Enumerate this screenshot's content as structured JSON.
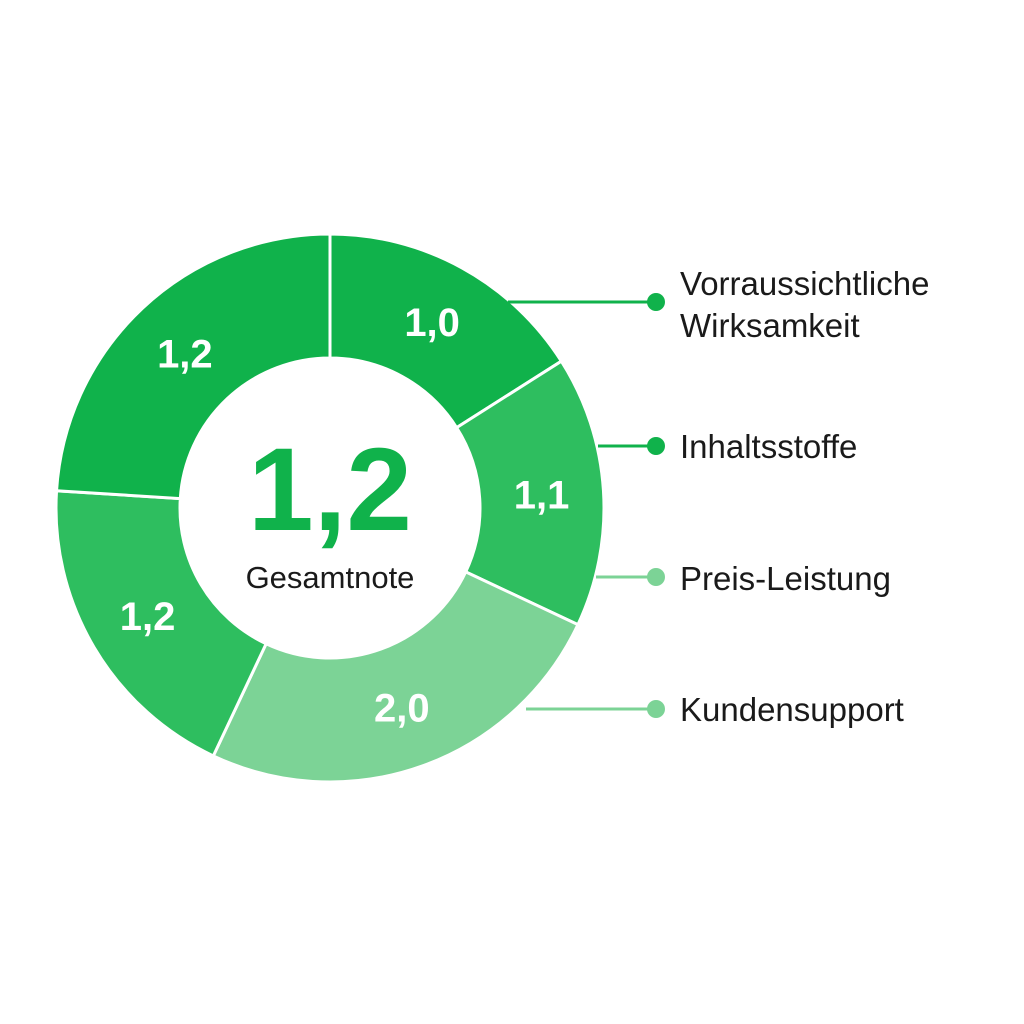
{
  "chart_data": {
    "type": "pie",
    "variant": "donut",
    "center": {
      "value": "1,2",
      "label": "Gesamtnote"
    },
    "segments": [
      {
        "value_label": "1,0",
        "share": 0.16,
        "color": "#10b24b"
      },
      {
        "value_label": "1,1",
        "share": 0.16,
        "color": "#2ebe5f"
      },
      {
        "value_label": "2,0",
        "share": 0.25,
        "color": "#7cd396"
      },
      {
        "value_label": "1,2",
        "share": 0.19,
        "color": "#2ebe5f"
      },
      {
        "value_label": "1,2",
        "share": 0.24,
        "color": "#10b24b"
      }
    ],
    "legend": [
      {
        "label_lines": [
          "Vorraussichtliche",
          "Wirksamkeit"
        ],
        "color": "#10b24b"
      },
      {
        "label_lines": [
          "Inhaltsstoffe"
        ],
        "color": "#10b24b"
      },
      {
        "label_lines": [
          "Preis-Leistung"
        ],
        "color": "#7cd396"
      },
      {
        "label_lines": [
          "Kundensupport"
        ],
        "color": "#7cd396"
      }
    ],
    "colors": {
      "center_value": "#10b24b",
      "separator": "#ffffff"
    }
  }
}
